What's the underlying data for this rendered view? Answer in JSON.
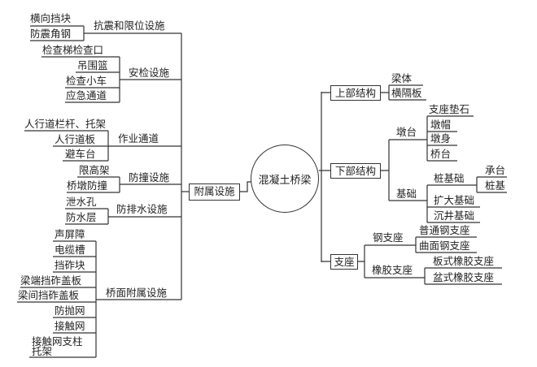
{
  "root": "混凝土桥梁",
  "ancillary": {
    "label": "附属设施",
    "groups": [
      {
        "label": "抗震和限位设施",
        "items": [
          "横向挡块",
          "防震角钢"
        ]
      },
      {
        "label": "安检设施",
        "items": [
          "检查梯检查口",
          "吊围篮",
          "检查小车",
          "应急通道"
        ]
      },
      {
        "label": "作业通道",
        "items": [
          "人行道栏杆、托架",
          "人行道板",
          "避车台"
        ]
      },
      {
        "label": "防撞设施",
        "items": [
          "限高架",
          "桥墩防撞"
        ]
      },
      {
        "label": "防排水设施",
        "items": [
          "泄水孔",
          "防水层"
        ]
      },
      {
        "label": "桥面附属设施",
        "items": [
          "声屏障",
          "电缆槽",
          "挡砟块",
          "梁端挡砟盖板",
          "梁间挡砟盖板",
          "防抛网",
          "接触网",
          "接触网支柱",
          "托架"
        ]
      }
    ]
  },
  "superstructure": {
    "label": "上部结构",
    "items": [
      "梁体",
      "横隔板"
    ]
  },
  "substructure": {
    "label": "下部结构",
    "pier": {
      "label": "墩台",
      "items": [
        "支座垫石",
        "墩帽",
        "墩身",
        "桥台"
      ]
    },
    "foundation": {
      "label": "基础",
      "pile": {
        "label": "桩基础",
        "items": [
          "承台",
          "桩基"
        ]
      },
      "items": [
        "扩大基础",
        "沉井基础"
      ]
    }
  },
  "bearing": {
    "label": "支座",
    "steel": {
      "label": "钢支座",
      "items": [
        "普通钢支座",
        "曲面钢支座"
      ]
    },
    "rubber": {
      "label": "橡胶支座",
      "items": [
        "板式橡胶支座",
        "盆式橡胶支座"
      ]
    }
  }
}
